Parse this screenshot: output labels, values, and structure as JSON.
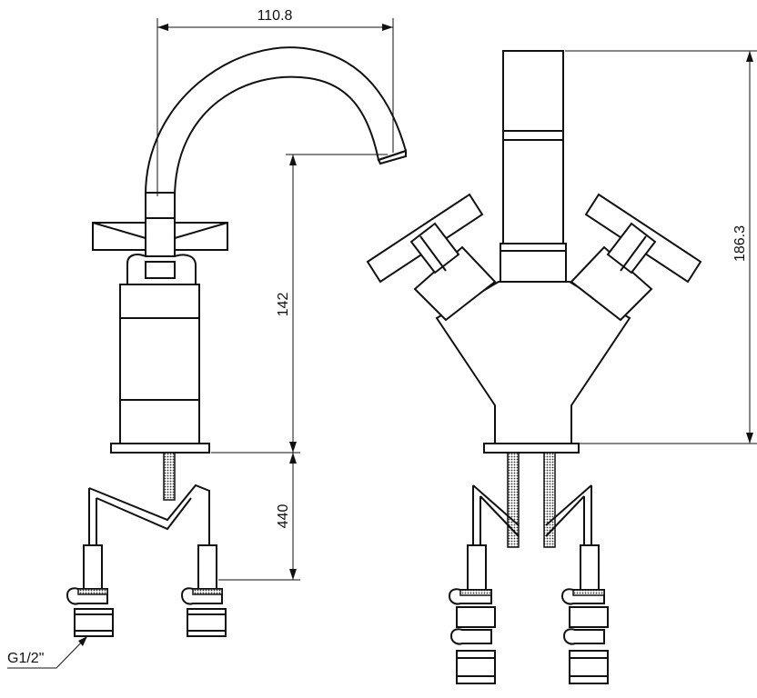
{
  "dimensions": {
    "spout_reach": "110.8",
    "spout_height": "142",
    "hose_length": "440",
    "total_height": "186.3",
    "connection_thread": "G1/2\""
  }
}
